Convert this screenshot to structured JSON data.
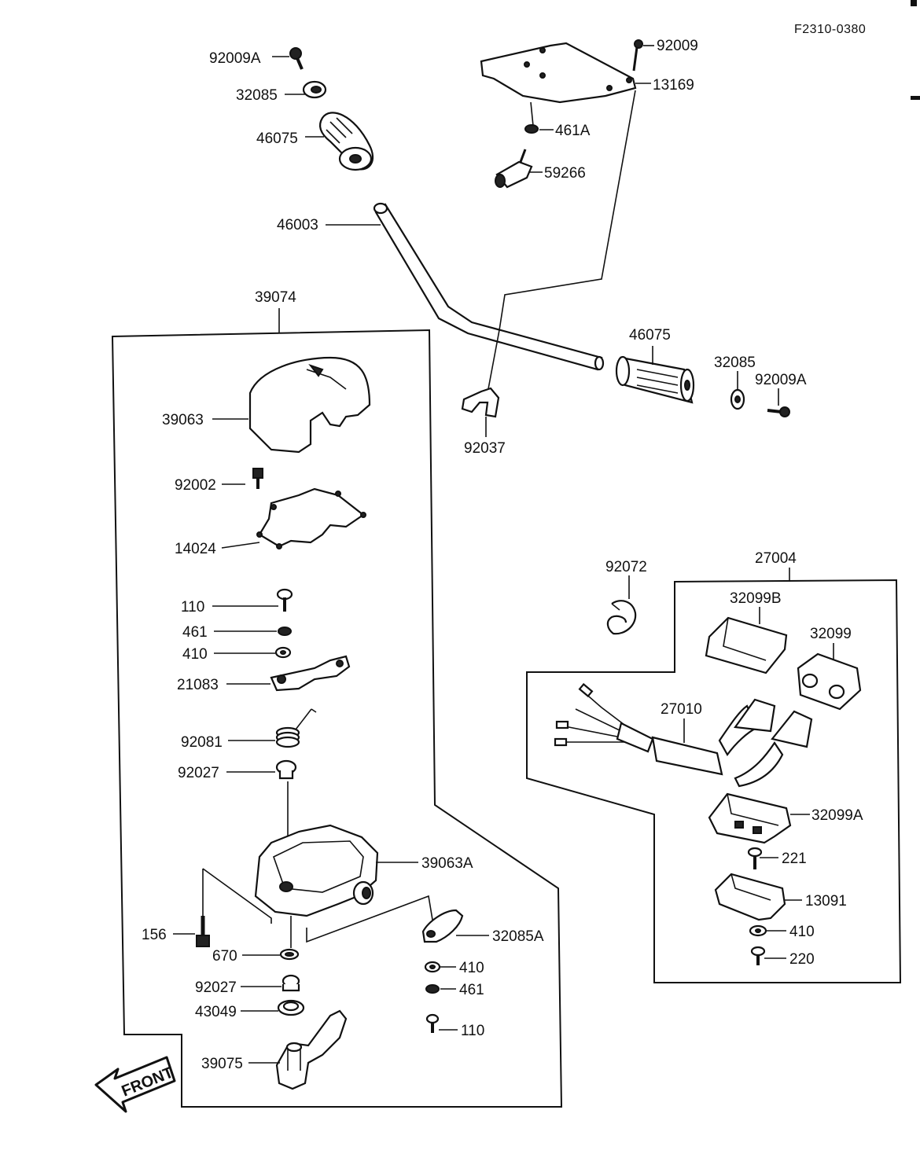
{
  "diagram_code": "F2310-0380",
  "front_marker": "FRONT",
  "labels": {
    "p92009A_top": "92009A",
    "p32085_top": "32085",
    "p46075_top": "46075",
    "p92009": "92009",
    "p13169": "13169",
    "p461A": "461A",
    "p59266": "59266",
    "p46003": "46003",
    "p39074": "39074",
    "p46075_right": "46075",
    "p32085_right": "32085",
    "p92009A_right": "92009A",
    "p39063": "39063",
    "p92037": "92037",
    "p92002": "92002",
    "p14024": "14024",
    "p92072": "92072",
    "p27004": "27004",
    "p32099B": "32099B",
    "p32099": "32099",
    "p110_a": "110",
    "p461_a": "461",
    "p410_a": "410",
    "p21083": "21083",
    "p27010": "27010",
    "p92081": "92081",
    "p92027_a": "92027",
    "p32099A": "32099A",
    "p221": "221",
    "p39063A": "39063A",
    "p13091": "13091",
    "p156": "156",
    "p32085A": "32085A",
    "p410_b": "410",
    "p220": "220",
    "p670": "670",
    "p410_c": "410",
    "p92027_b": "92027",
    "p461_b": "461",
    "p43049": "43049",
    "p110_b": "110",
    "p39075": "39075"
  }
}
